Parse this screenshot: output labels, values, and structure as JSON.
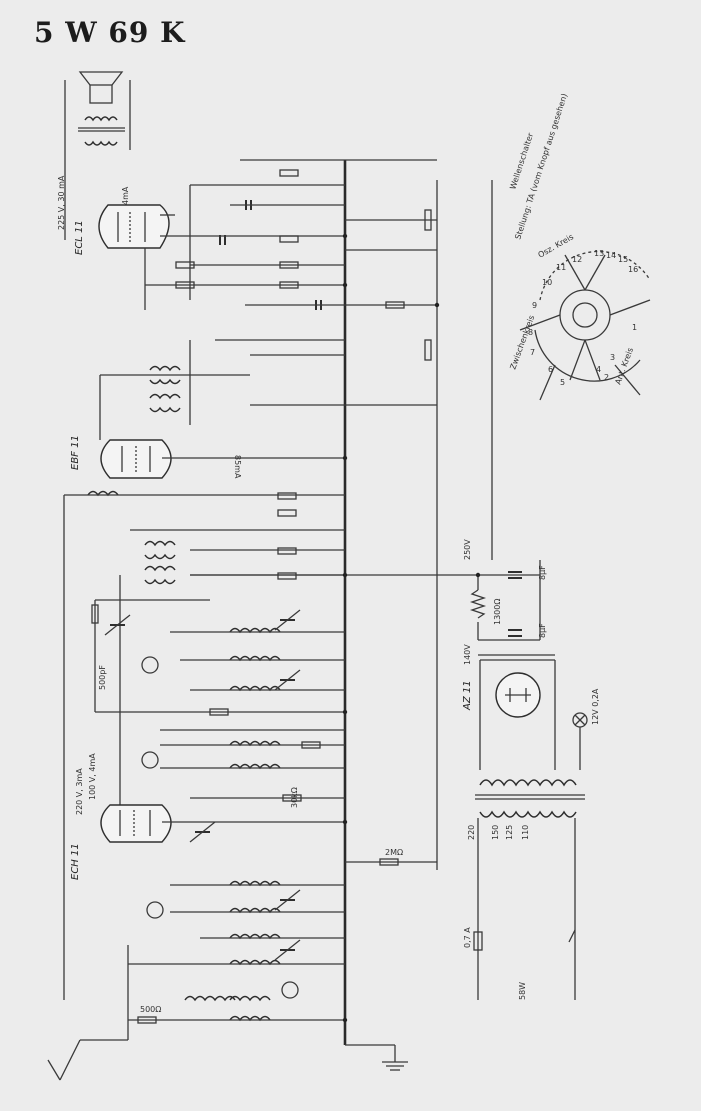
{
  "title": "5 W 69 K",
  "tubes": {
    "ecl11": "ECL 11",
    "ebf11": "EBF 11",
    "ech11": "ECH 11",
    "az11": "AZ 11"
  },
  "values": {
    "ecl_voltage": "225 V, 30 mA",
    "ecl_plate": "4mA",
    "ebf_current": "85mA",
    "ech_voltage": "220 V, 3mA",
    "ech_screen": "100 V, 4mA",
    "hv_250": "250V",
    "hv_140": "140V",
    "r_1300": "1300Ω",
    "fuse": "0,7 A",
    "power": "58W",
    "lamp": "12V 0,2A",
    "mains_220": "220",
    "mains_150": "150",
    "mains_125": "125",
    "mains_110": "110",
    "r_500": "500Ω",
    "r_2mohm": "2MΩ",
    "r_30k": "30kΩ",
    "c_500pf": "500pF",
    "cap_8uf_a": "8μF",
    "cap_8uf_b": "8μF"
  },
  "switch": {
    "caption_1": "Wellenschalter",
    "caption_2": "Stellung: TA (vom Knopf aus gesehen)",
    "osc": "Osz. Kreis",
    "ant": "Ant. Kreis",
    "zf": "Zwischenkreis",
    "pos": [
      "16",
      "15",
      "14",
      "13",
      "12",
      "11",
      "10",
      "9",
      "8",
      "7",
      "6",
      "5",
      "4",
      "3",
      "2",
      "1"
    ]
  },
  "line_colors": {
    "ink": "#3a3a3a",
    "paper": "#ececec"
  }
}
